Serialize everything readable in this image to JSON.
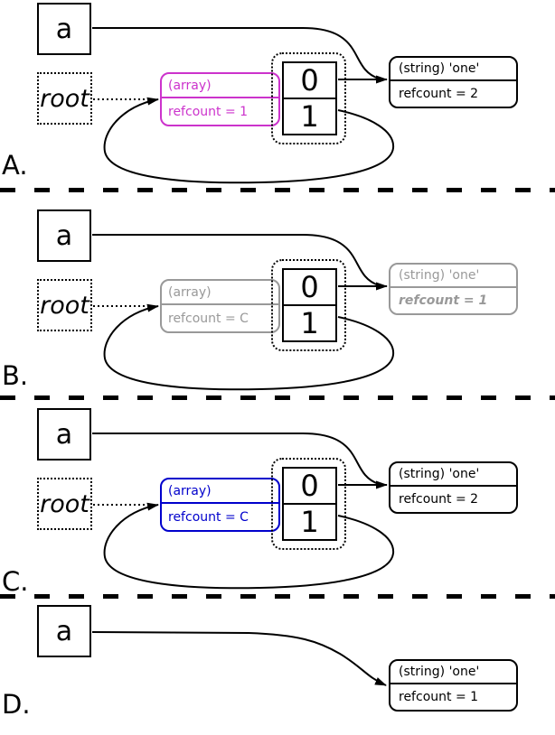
{
  "figure": {
    "title": "reference counting cycle diagram",
    "colors": {
      "array_highlight_a": "#cc33cc",
      "array_highlight_c": "#0000cc",
      "collected_gray": "#999999",
      "line_black": "#000000"
    },
    "panels": [
      {
        "label": "A.",
        "var": "a",
        "root": "root",
        "array": {
          "title": "(array)",
          "refcount": "refcount = 1",
          "color": "#cc33cc"
        },
        "cells": [
          "0",
          "1"
        ],
        "string": {
          "title": "(string) 'one'",
          "refcount": "refcount = 2",
          "color": "#000000"
        }
      },
      {
        "label": "B.",
        "var": "a",
        "root": "root",
        "array": {
          "title": "(array)",
          "refcount": "refcount = C",
          "color": "#999999"
        },
        "cells": [
          "0",
          "1"
        ],
        "string": {
          "title": "(string) 'one'",
          "refcount": "refcount = 1",
          "color": "#999999"
        }
      },
      {
        "label": "C.",
        "var": "a",
        "root": "root",
        "array": {
          "title": "(array)",
          "refcount": "refcount = C",
          "color": "#0000cc"
        },
        "cells": [
          "0",
          "1"
        ],
        "string": {
          "title": "(string) 'one'",
          "refcount": "refcount = 2",
          "color": "#000000"
        }
      },
      {
        "label": "D.",
        "var": "a",
        "string": {
          "title": "(string) 'one'",
          "refcount": "refcount = 1",
          "color": "#000000"
        }
      }
    ]
  }
}
